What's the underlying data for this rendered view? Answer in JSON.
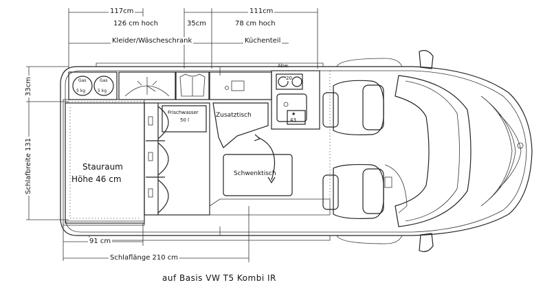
{
  "dimensions": {
    "wardrobe_width": "117cm",
    "wardrobe_height": "126 cm hoch",
    "wardrobe_label": "Kleider/Wäscheschrank",
    "shelf_width": "35cm",
    "kitchen_width": "111cm",
    "kitchen_height": "78 cm hoch",
    "kitchen_label": "Küchenteil",
    "side_depth": "33cm",
    "bed_width": "Schlafbreite 131",
    "bench_length": "91 cm",
    "bed_length": "Schlaflänge 210 cm"
  },
  "components": {
    "gas_1": "Gas",
    "gas_1_weight": "5 kg",
    "gas_2": "Gas",
    "gas_2_weight": "5 kg",
    "freshwater_label": "Frischwasser",
    "freshwater_volume": "50 l",
    "extra_table": "Zusatztisch",
    "storage_label": "Stauraum",
    "storage_height": "Höhe 46 cm",
    "swivel_table": "Schwenktisch",
    "stove_number": "20",
    "fridge_number": "43",
    "fridge_star": "★",
    "drain_label": "Abw."
  },
  "caption": "auf Basis VW T5 Kombi IR",
  "colors": {
    "ink": "#222222",
    "background": "#ffffff"
  }
}
